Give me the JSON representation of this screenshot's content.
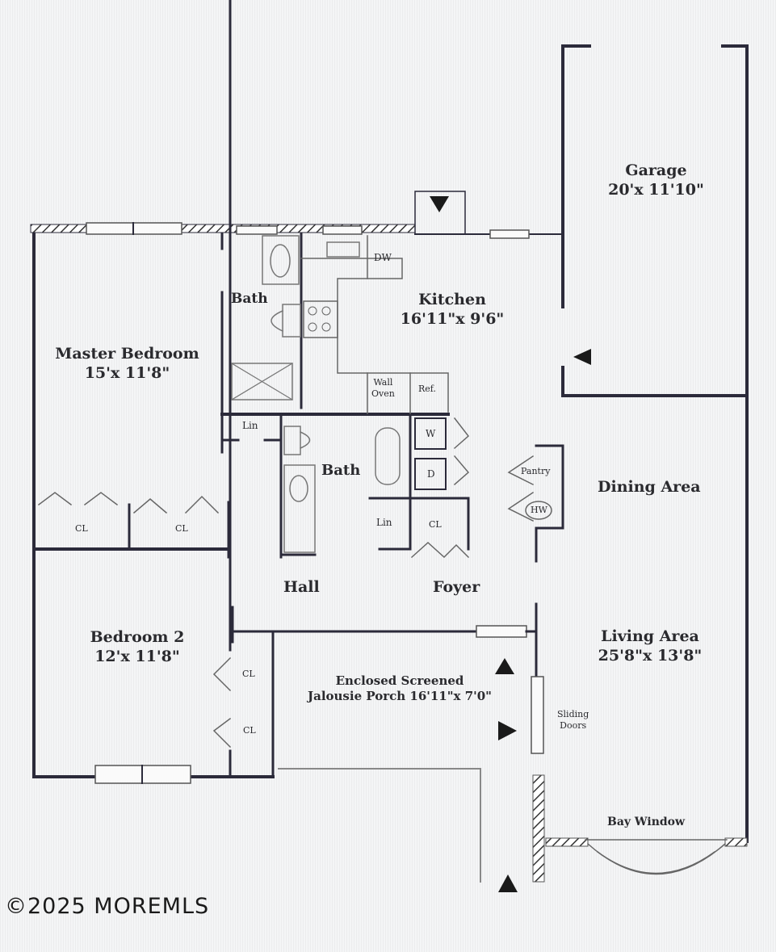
{
  "floor_plan": {
    "rooms": {
      "garage": {
        "name": "Garage",
        "dims": "20'x 11'10\""
      },
      "kitchen": {
        "name": "Kitchen",
        "dims": "16'11\"x 9'6\""
      },
      "master_bedroom": {
        "name": "Master Bedroom",
        "dims": "15'x 11'8\""
      },
      "master_bath": {
        "name": "Bath"
      },
      "hall_bath": {
        "name": "Bath"
      },
      "bedroom2": {
        "name": "Bedroom 2",
        "dims": "12'x 11'8\""
      },
      "hall": {
        "name": "Hall"
      },
      "foyer": {
        "name": "Foyer"
      },
      "dining": {
        "name": "Dining Area"
      },
      "living": {
        "name": "Living Area",
        "dims": "25'8\"x 13'8\""
      },
      "porch": {
        "name": "Enclosed Screened",
        "name2": "Jalousie Porch 16'11\"x 7'0\""
      }
    },
    "fixtures": {
      "dw": "DW",
      "wall_oven_1": "Wall",
      "wall_oven_2": "Oven",
      "ref": "Ref.",
      "washer": "W",
      "dryer": "D",
      "pantry": "Pantry",
      "hw": "HW",
      "lin1": "Lin",
      "lin2": "Lin",
      "cl_master_1": "CL",
      "cl_master_2": "CL",
      "cl_foyer": "CL",
      "cl_bed2_1": "CL",
      "cl_bed2_2": "CL",
      "sliding_1": "Sliding",
      "sliding_2": "Doors",
      "bay_window": "Bay Window"
    }
  },
  "watermark": "©2025 MOREMLS"
}
